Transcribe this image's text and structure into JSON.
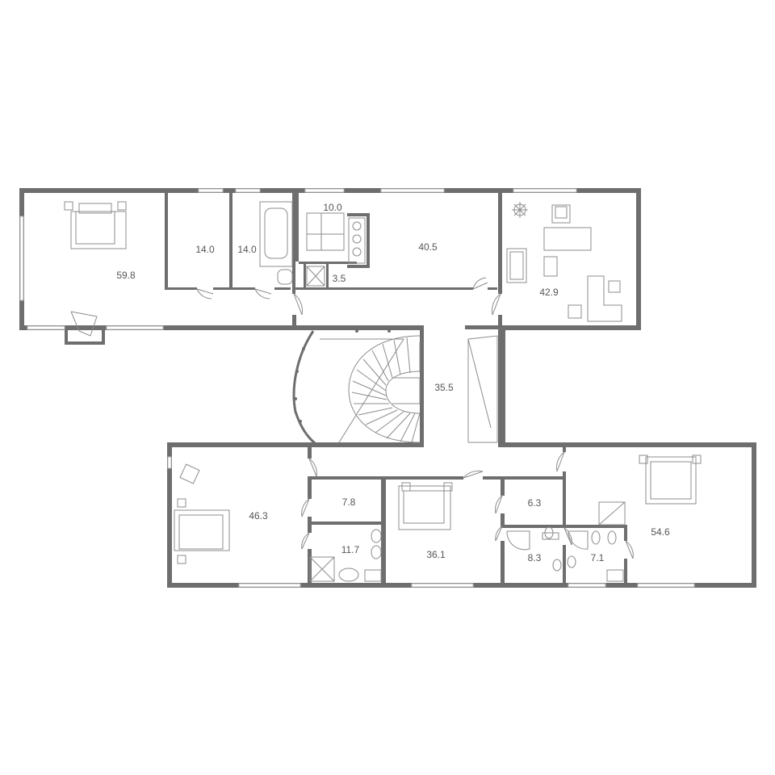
{
  "rooms": {
    "bedroom_nw": "59.8",
    "room_14a": "14.0",
    "bath_14b": "14.0",
    "closet_10": "10.0",
    "shower_3_5": "3.5",
    "room_40_5": "40.5",
    "study": "42.9",
    "hall": "35.5",
    "bedroom_sw": "46.3",
    "room_7_8": "7.8",
    "bath_11_7": "11.7",
    "bedroom_mid": "36.1",
    "room_6_3": "6.3",
    "bath_8_3": "8.3",
    "bath_7_1": "7.1",
    "bedroom_se": "54.6"
  }
}
